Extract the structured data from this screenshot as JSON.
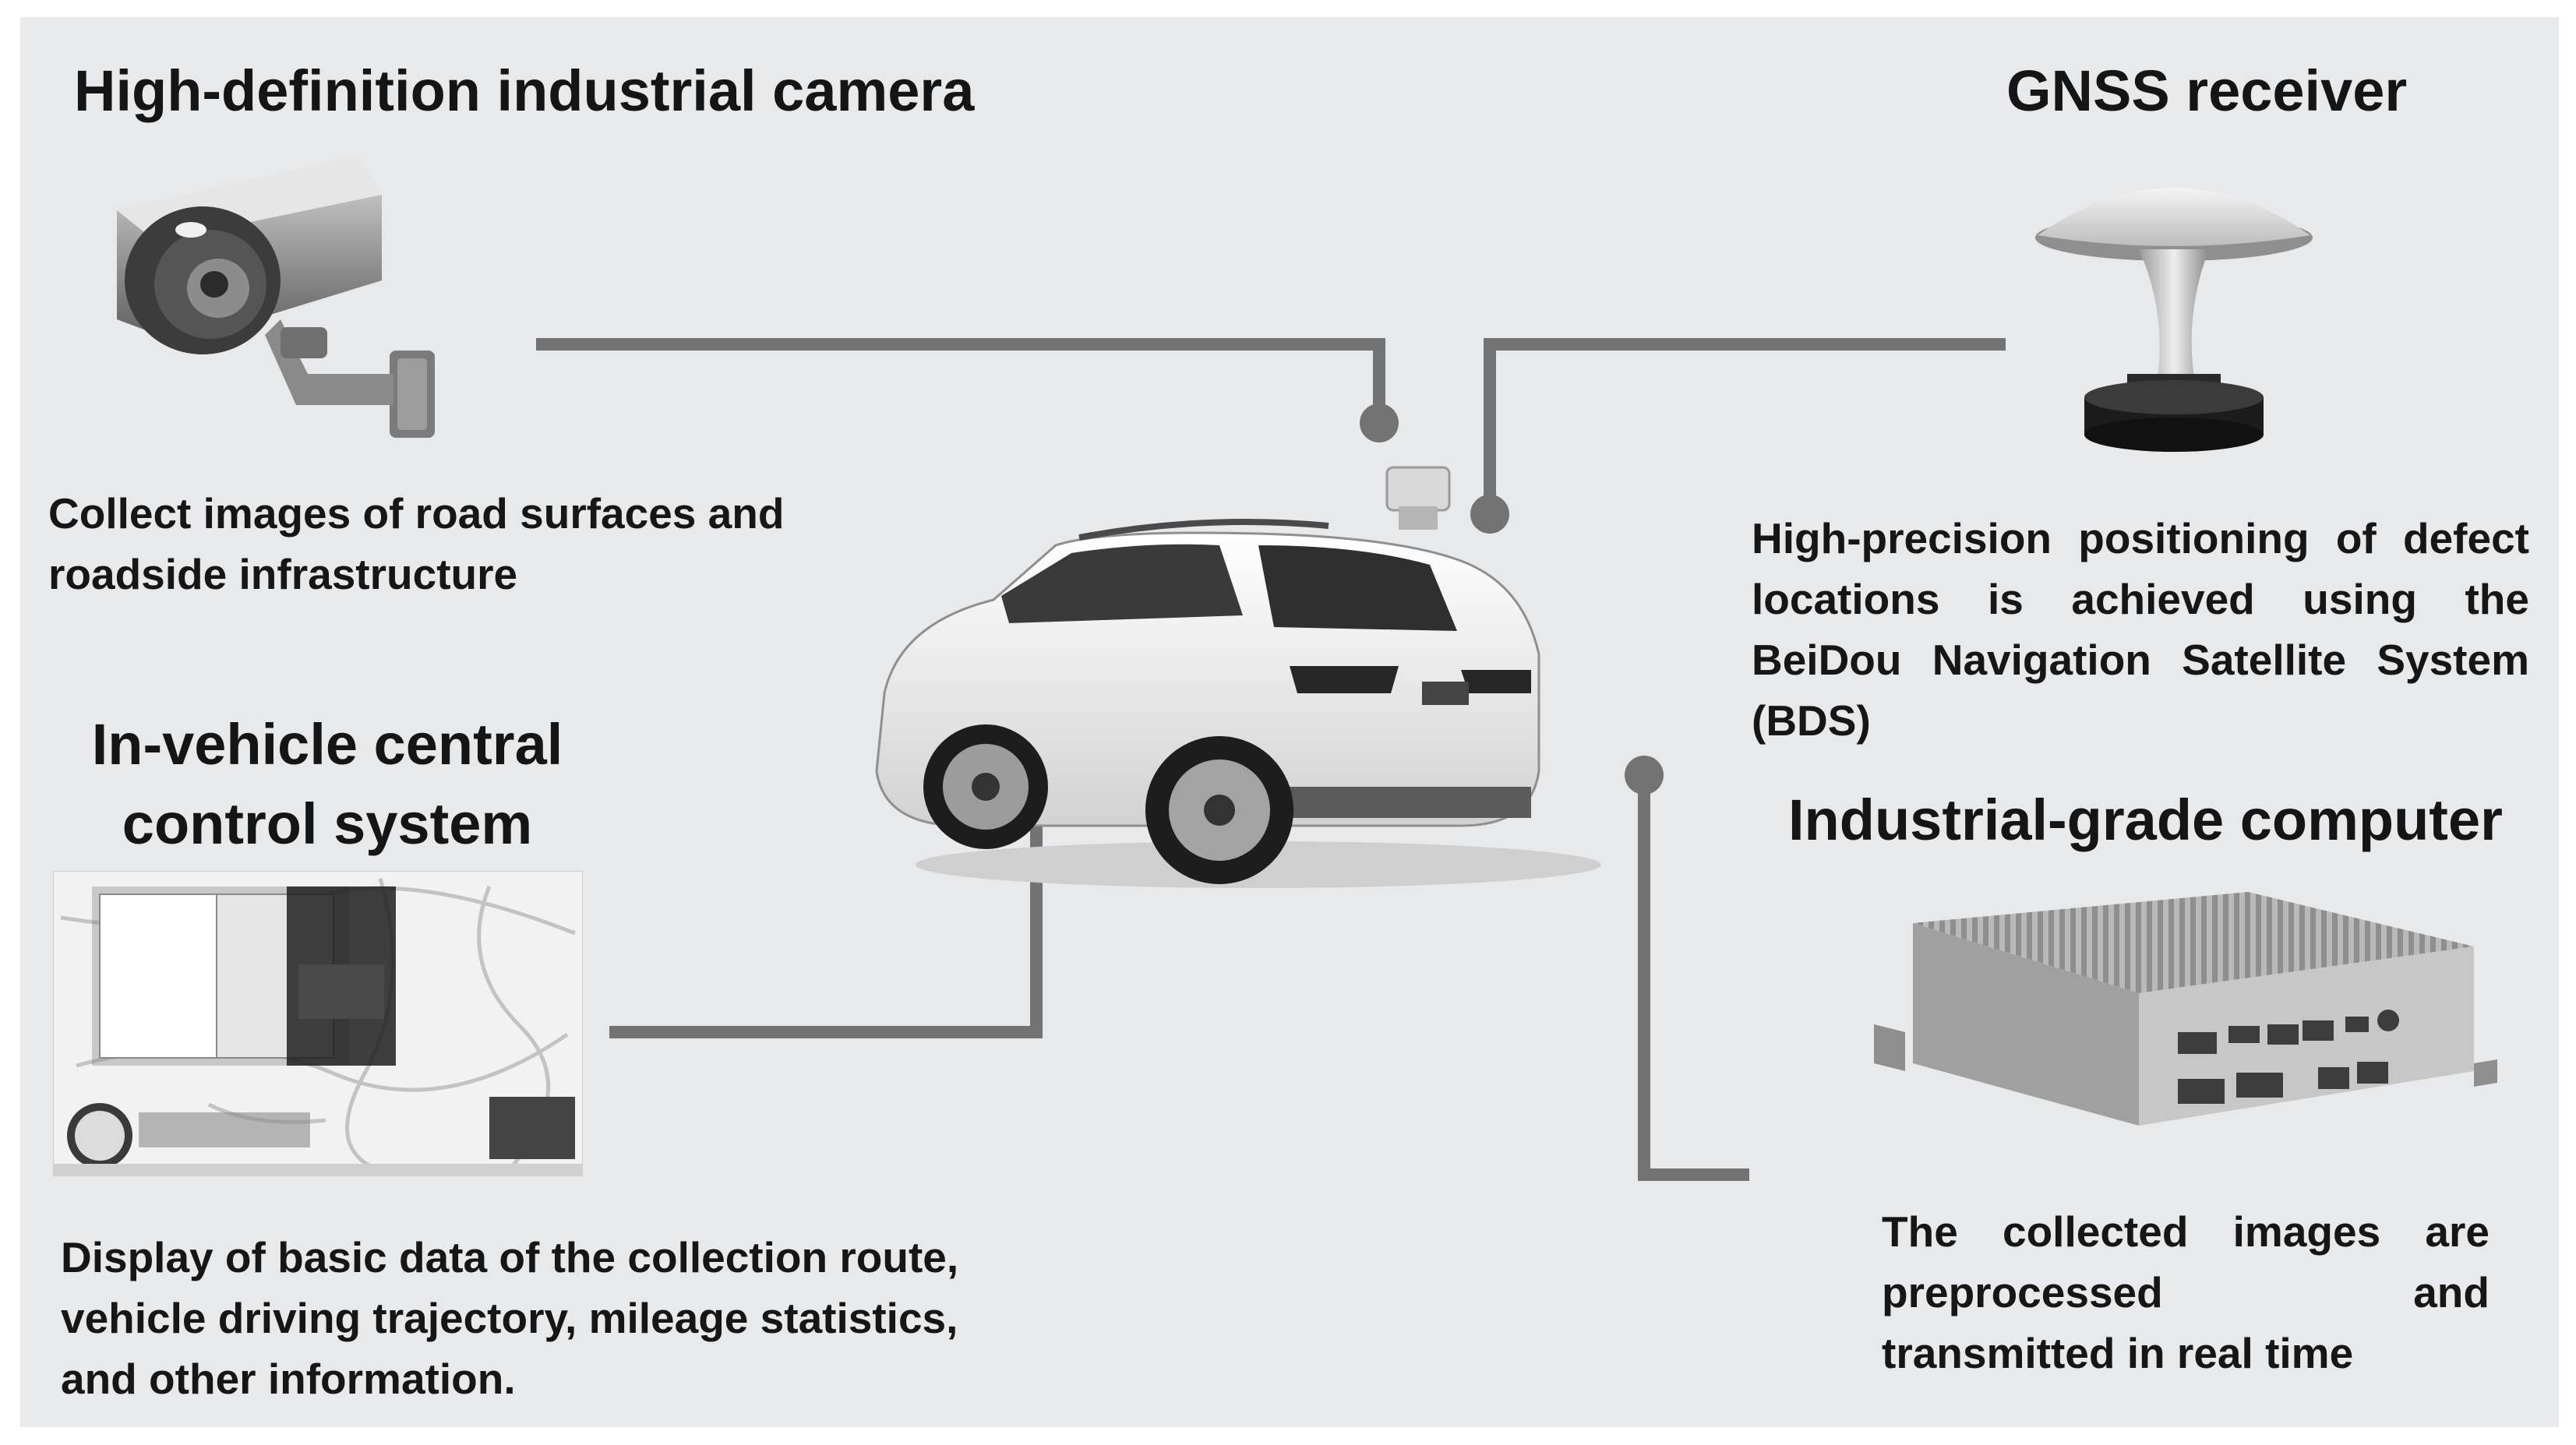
{
  "components": {
    "camera": {
      "title": "High-definition industrial camera",
      "description": "Collect images of road surfaces and roadside infrastructure",
      "icon": "security-camera-icon"
    },
    "gnss": {
      "title": "GNSS receiver",
      "description": "High-precision positioning of defect locations is achieved using the BeiDou Navigation Satellite System (BDS)",
      "icon": "gnss-antenna-icon"
    },
    "control": {
      "title_line1": "In-vehicle central",
      "title_line2": "control system",
      "description": "Display of basic data of the collection route, vehicle driving trajectory, mileage statistics, and other information.",
      "icon": "map-dashboard-screenshot"
    },
    "computer": {
      "title": "Industrial-grade computer",
      "description": "The collected images are preprocessed and transmitted in real time",
      "icon": "fanless-computer-icon"
    }
  },
  "vehicle": {
    "icon": "inspection-suv-image"
  },
  "colors": {
    "background": "#e8e9ea",
    "connector": "#737373",
    "text": "#151515"
  }
}
